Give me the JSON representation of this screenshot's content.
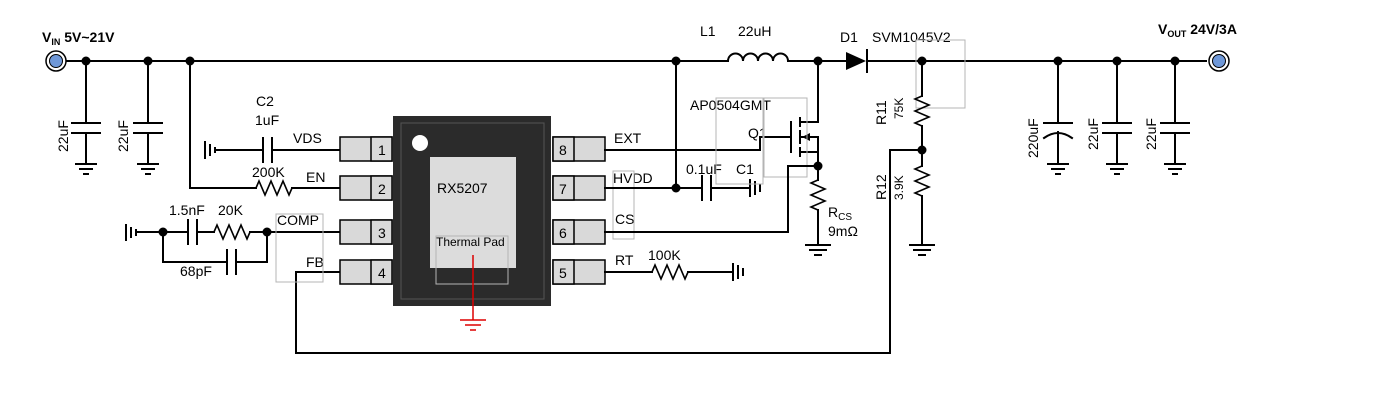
{
  "vin": {
    "v": "V",
    "sub": "IN",
    "value": " 5V~21V"
  },
  "vout": {
    "v": "V",
    "sub": "OUT",
    "value": " 24V/3A"
  },
  "inductor": {
    "ref": "L1",
    "value": "22uH"
  },
  "diode": {
    "ref": "D1",
    "part": "SVM1045V2"
  },
  "mosfet": {
    "part": "AP0504GMT",
    "ref": "Q1"
  },
  "ic": {
    "name": "RX5207",
    "thermal_pad": "Thermal Pad"
  },
  "pins": {
    "left": [
      {
        "num": "1",
        "name": "VDS"
      },
      {
        "num": "2",
        "name": "EN"
      },
      {
        "num": "3",
        "name": "COMP"
      },
      {
        "num": "4",
        "name": "FB"
      }
    ],
    "right": [
      {
        "num": "8",
        "name": "EXT"
      },
      {
        "num": "7",
        "name": "HVDD"
      },
      {
        "num": "6",
        "name": "CS"
      },
      {
        "num": "5",
        "name": "RT"
      }
    ]
  },
  "input_caps": [
    "22uF",
    "22uF"
  ],
  "output_caps": [
    "220uF",
    "22uF",
    "22uF"
  ],
  "c2": {
    "ref": "C2",
    "value": "1uF"
  },
  "r_en": "200K",
  "comp": {
    "c1": "1.5nF",
    "r": "20K",
    "c2": "68pF"
  },
  "c1": {
    "value": "0.1uF",
    "ref": "C1"
  },
  "rcs": {
    "r": "R",
    "sub": "CS",
    "value": "9mΩ"
  },
  "r_rt": "100K",
  "r11": {
    "ref": "R11",
    "value": "75K"
  },
  "r12": {
    "ref": "R12",
    "value": "3.9K"
  },
  "colors": {
    "wire": "#000000",
    "package": "#2b2b2b",
    "pin": "#d9d9d9",
    "pad": "#dcdcdc",
    "ground_red": "#dd0000",
    "port_fill": "#6f98d8"
  }
}
